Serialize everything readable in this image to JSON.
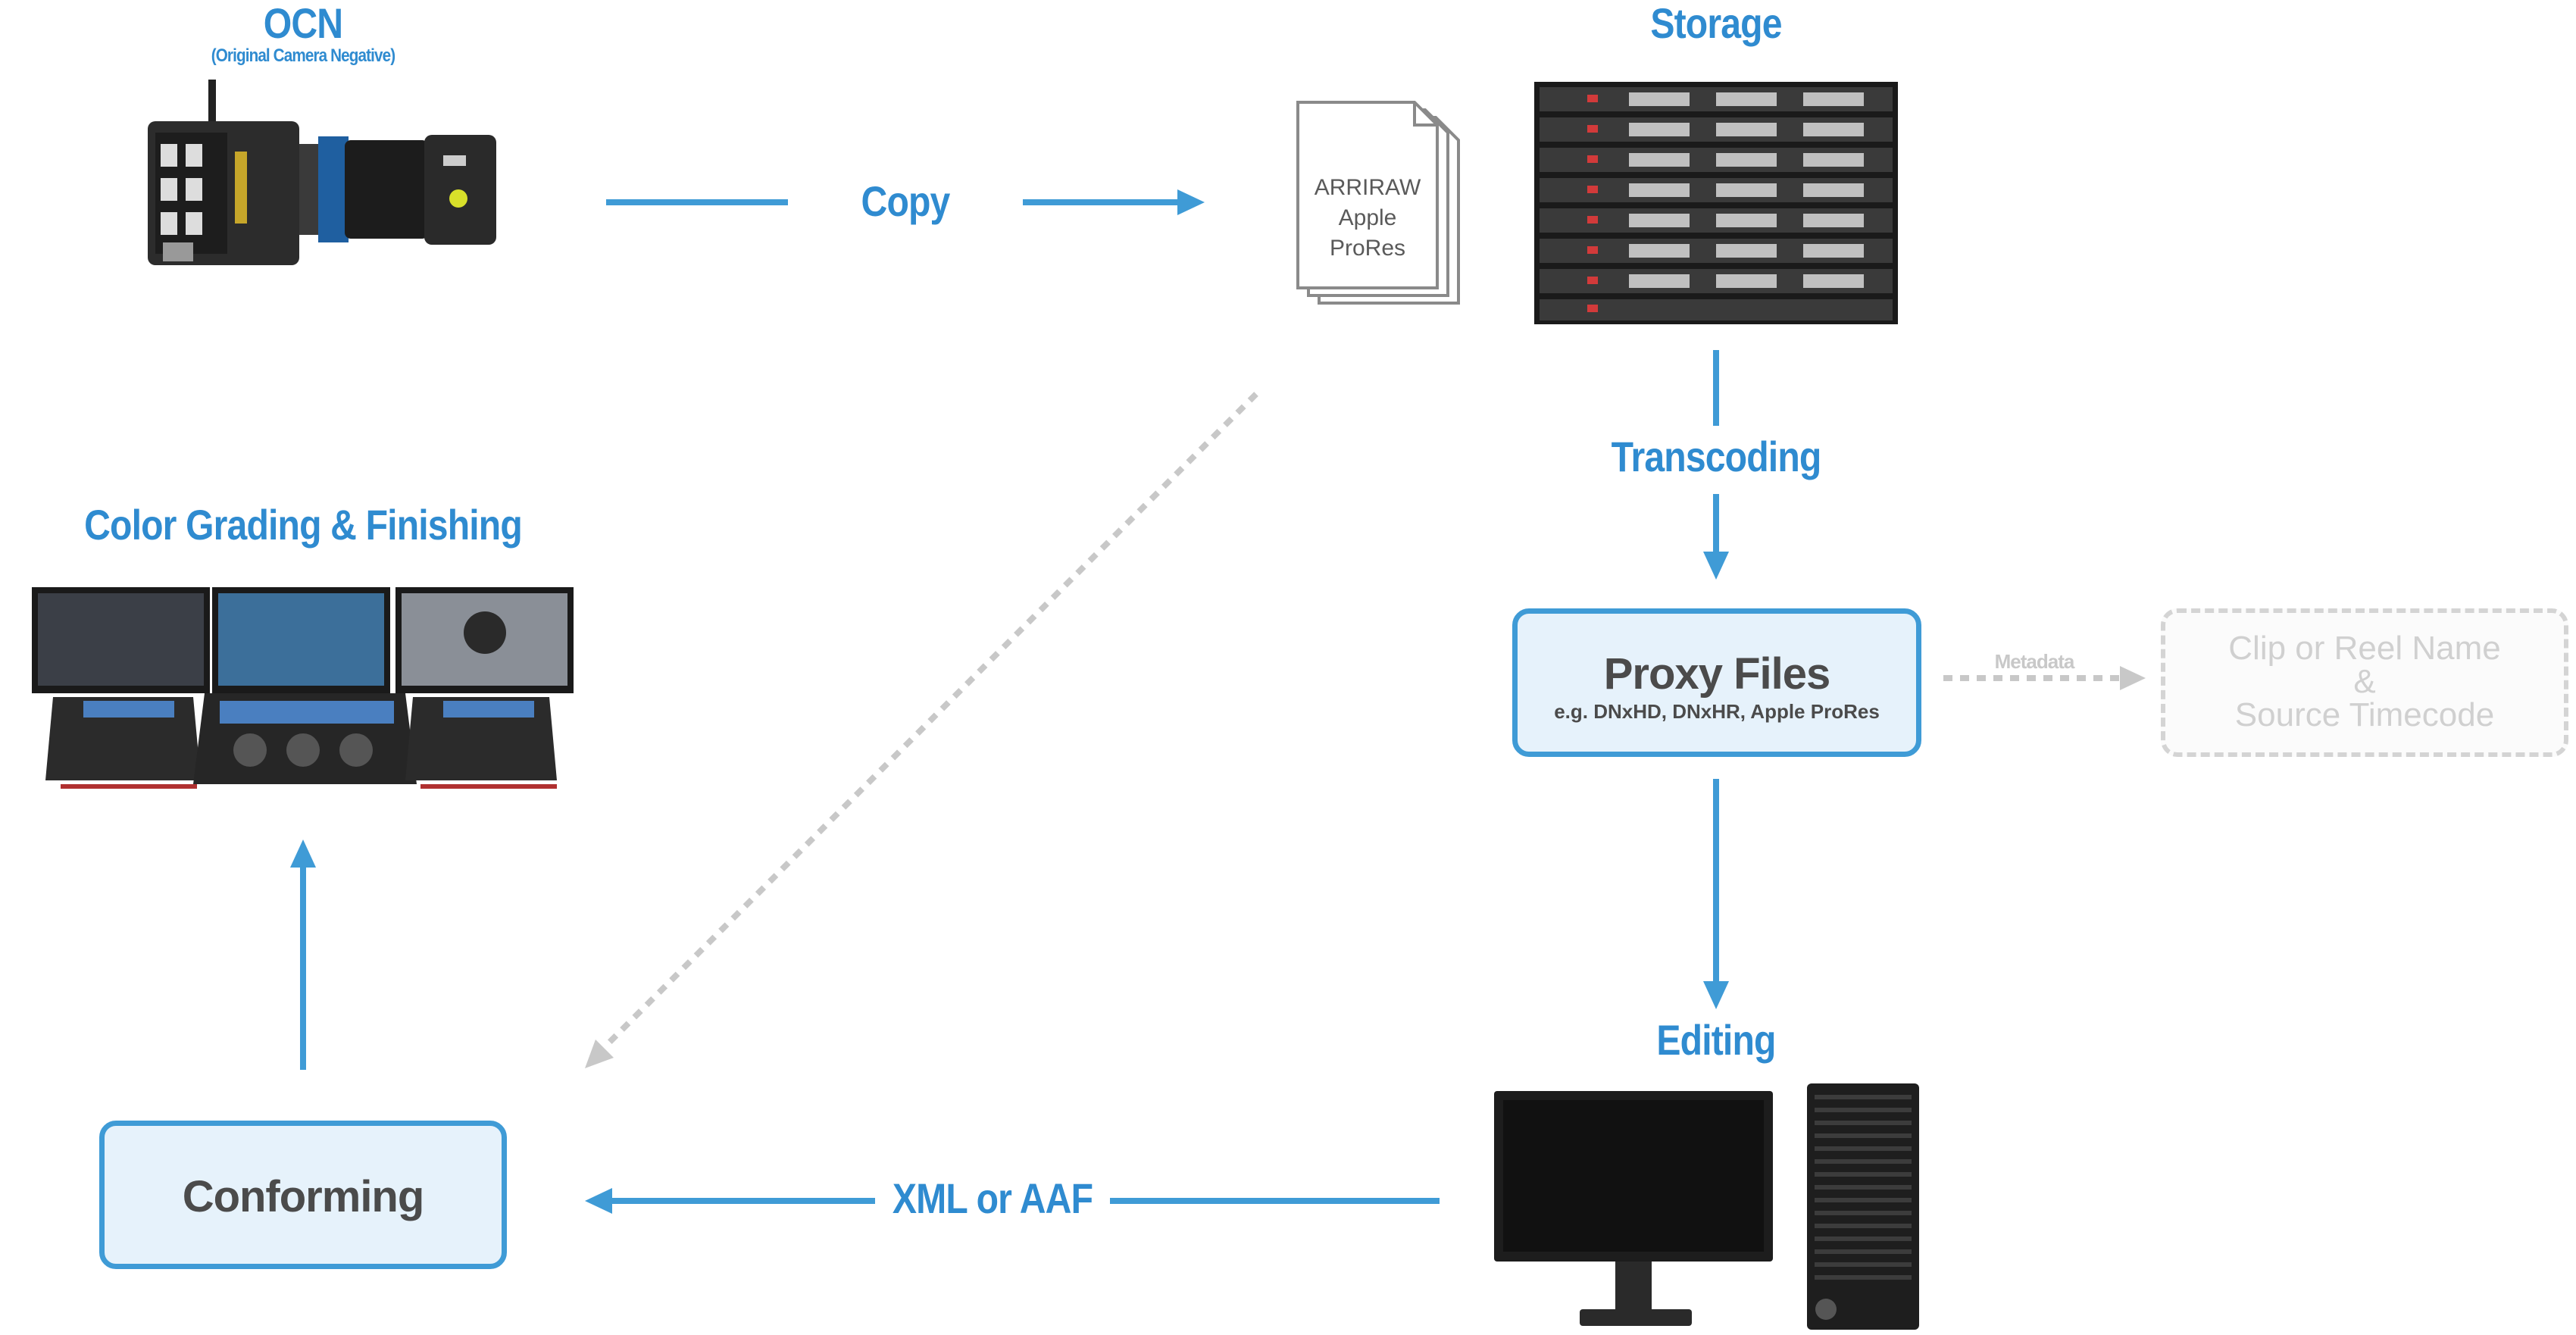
{
  "nodes": {
    "ocn": {
      "title": "OCN",
      "subtitle": "(Original Camera Negative)"
    },
    "storage": {
      "title": "Storage"
    },
    "files": {
      "line1": "ARRIRAW",
      "line2": "Apple ProRes"
    },
    "proxy": {
      "title": "Proxy Files",
      "subtitle": "e.g. DNxHD, DNxHR, Apple ProRes"
    },
    "meta_box": {
      "line1": "Clip or Reel Name",
      "line2": "&",
      "line3": "Source Timecode"
    },
    "editing": {
      "title": "Editing"
    },
    "conforming": {
      "title": "Conforming"
    },
    "color": {
      "title": "Color Grading & Finishing"
    }
  },
  "edges": {
    "copy": "Copy",
    "transcoding": "Transcoding",
    "metadata": "Metadata",
    "xml": "XML or AAF"
  },
  "colors": {
    "accent": "#2f8bd0",
    "arrow": "#3f9bd6",
    "box_fill": "#e6f2fb",
    "dashed": "#c8c8c8",
    "text_dark": "#4b4b4b"
  },
  "icons": [
    "camera-icon",
    "document-stack-icon",
    "server-rack-icon",
    "grading-console-icon",
    "monitor-icon",
    "workstation-tower-icon"
  ]
}
